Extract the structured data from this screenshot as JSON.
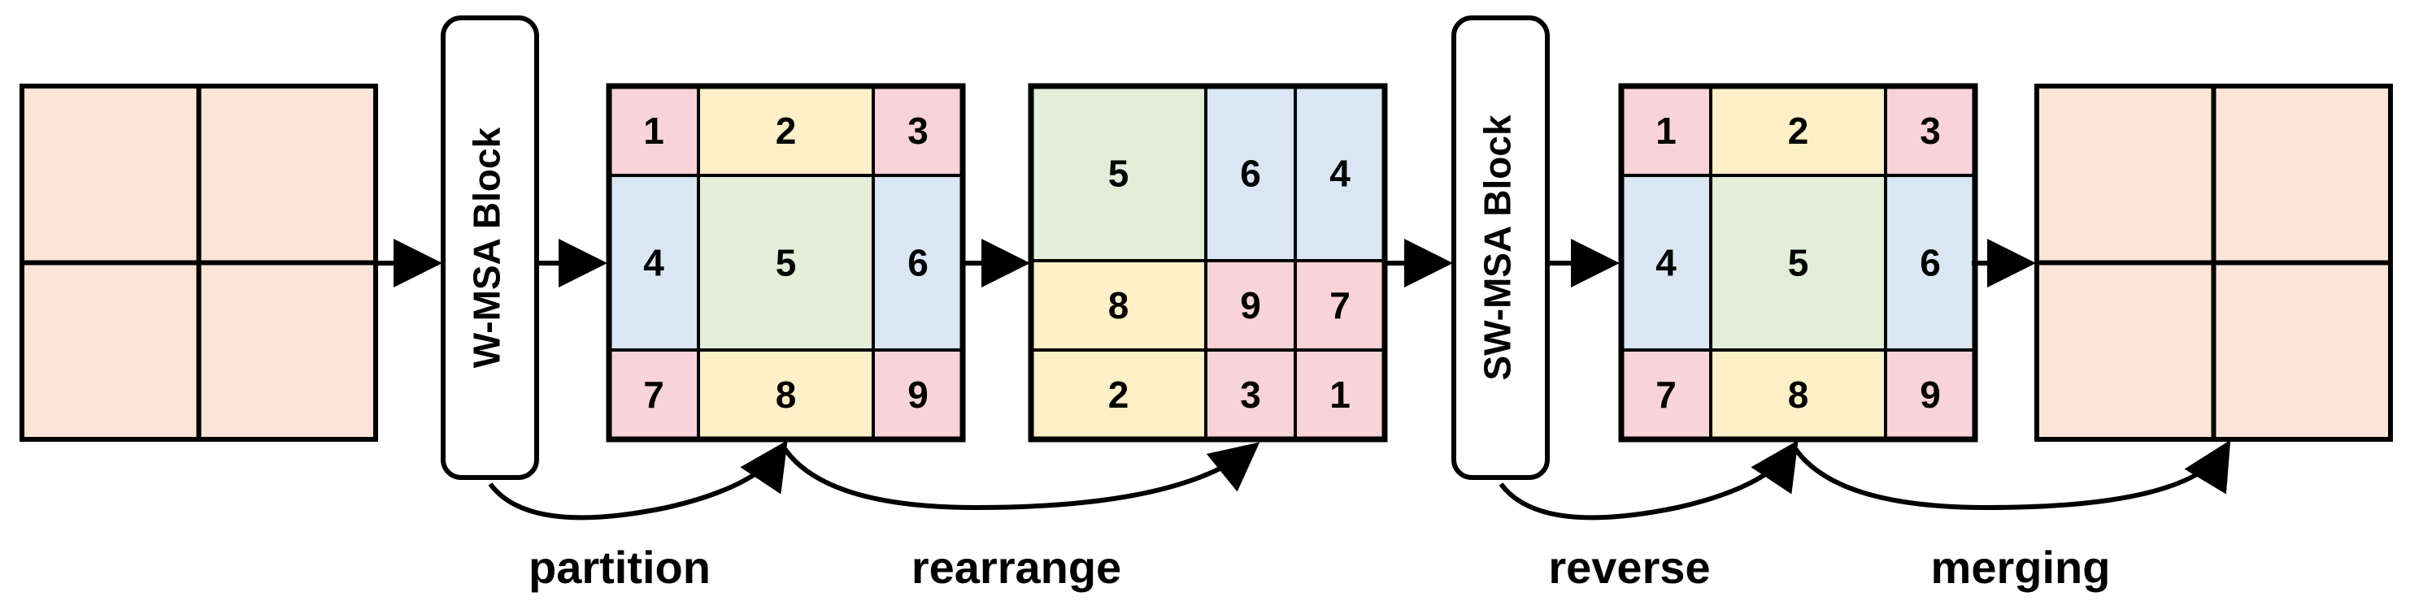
{
  "colors": {
    "peach": "#fbe5d6",
    "corner": "#f8d3d8",
    "edge_horizontal": "#fdf0c8",
    "edge_vertical": "#dae6f3",
    "center": "#e2eed8",
    "line": "#000000"
  },
  "blocks": {
    "first": "W-MSA Block",
    "second": "SW-MSA Block"
  },
  "grids": {
    "partition": [
      "1",
      "2",
      "3",
      "4",
      "5",
      "6",
      "7",
      "8",
      "9"
    ],
    "rearrange": [
      "5",
      "6",
      "4",
      "8",
      "9",
      "7",
      "2",
      "3",
      "1"
    ],
    "reverse": [
      "1",
      "2",
      "3",
      "4",
      "5",
      "6",
      "7",
      "8",
      "9"
    ]
  },
  "steps": {
    "partition": "partition",
    "rearrange": "rearrange",
    "reverse": "reverse",
    "merging": "merging"
  }
}
